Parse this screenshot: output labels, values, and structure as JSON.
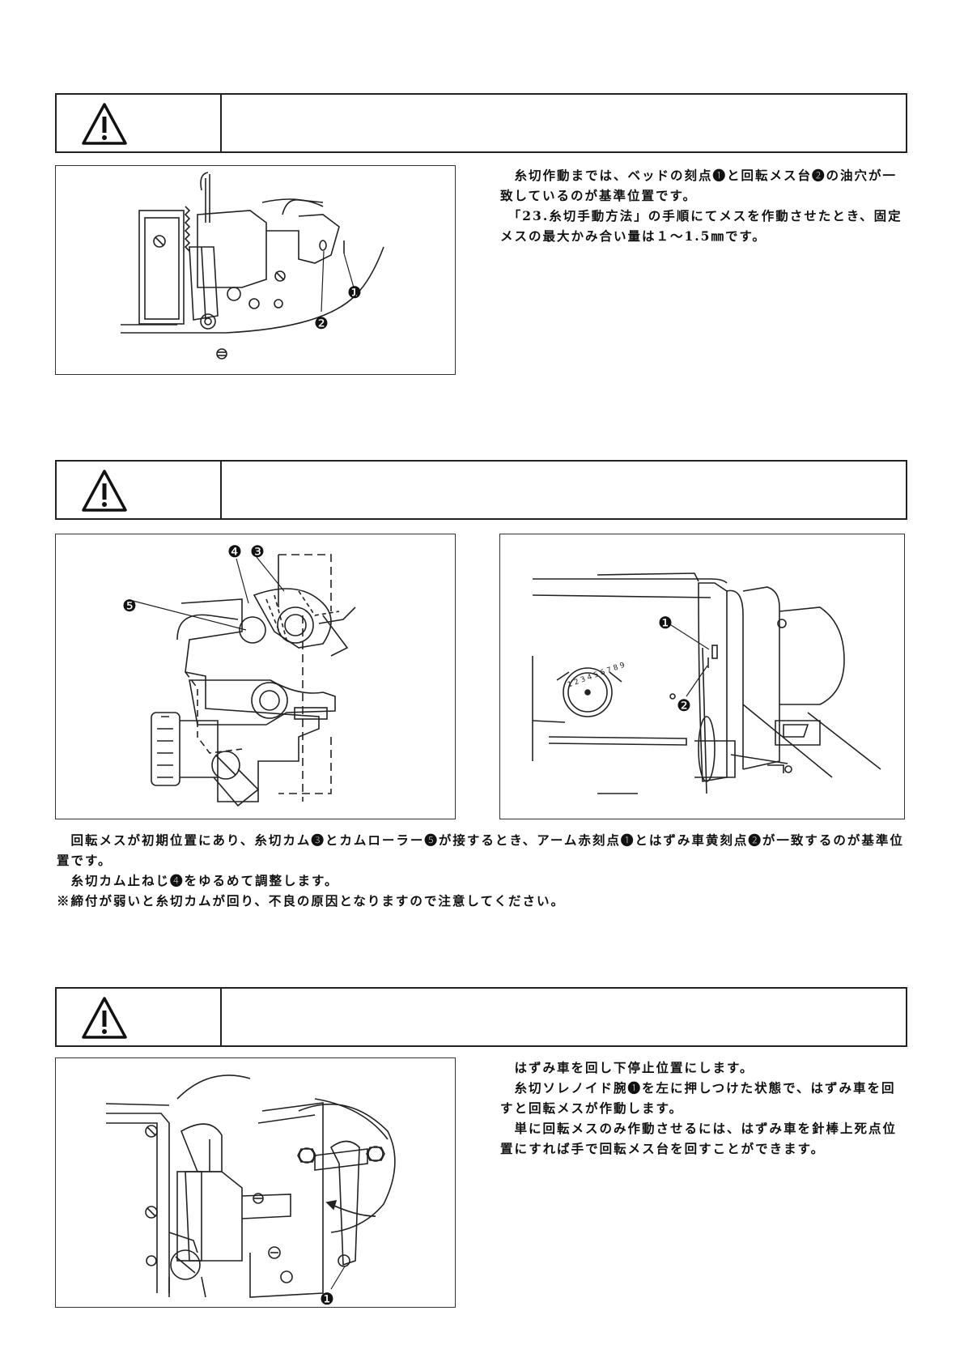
{
  "sections": [
    {
      "paragraphs": [
        "　糸切作動までは、ベッドの刻点❶と回転メス台❷の油穴が一致しているのが基準位置です。",
        "　「23.糸切手動方法」の手順にてメスを作動させたとき、固定メスの最大かみ合い量は１～1.5㎜です。"
      ],
      "figure": {
        "callouts": [
          "❶",
          "❷"
        ]
      }
    },
    {
      "paragraphs": [
        "　回転メスが初期位置にあり、糸切カム❸とカムローラー❺が接するとき、アーム赤刻点❶とはずみ車黄刻点❷が一致するのが基準位置です。",
        "　糸切カム止ねじ❹をゆるめて調整します。",
        "※締付が弱いと糸切カムが回り、不良の原因となりますので注意してください。"
      ],
      "figure_left": {
        "callouts": [
          "❹",
          "❸",
          "❺"
        ]
      },
      "figure_right": {
        "callouts": [
          "❶",
          "❷"
        ],
        "dial_digits": "1 2 3 4 5 6 7 8 9"
      }
    },
    {
      "paragraphs": [
        "　はずみ車を回し下停止位置にします。",
        "　糸切ソレノイド腕❶を左に押しつけた状態で、はずみ車を回すと回転メスが作動します。",
        "　単に回転メスのみ作動させるには、はずみ車を針棒上死点位置にすれば手で回転メス台を回すことができます。"
      ],
      "figure": {
        "callouts": [
          "❶"
        ]
      }
    }
  ],
  "icons": {
    "warning": "warning-triangle-icon"
  }
}
